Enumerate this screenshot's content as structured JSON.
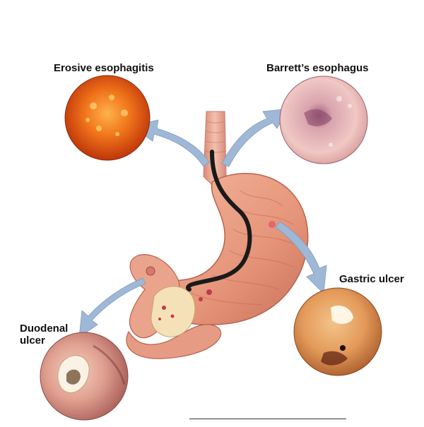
{
  "labels": {
    "erosive_esophagitis": "Erosive esophagitis",
    "barretts_esophagus": "Barrett’s esophagus",
    "gastric_ulcer": "Gastric ulcer",
    "duodenal_ulcer_line1": "Duodenal",
    "duodenal_ulcer_line2": "ulcer"
  },
  "colors": {
    "arrow": "#9fb8d6",
    "stomach": "#e9a58a",
    "stomach_dark": "#c9745c",
    "endoscope": "#1a1a1a",
    "erosive_view": "#f06a16",
    "barrett_view": "#e8b8b8",
    "gastric_view": "#e9a36a",
    "duodenal_view": "#d98e8e"
  },
  "icons": [
    "endoscope-icon"
  ]
}
